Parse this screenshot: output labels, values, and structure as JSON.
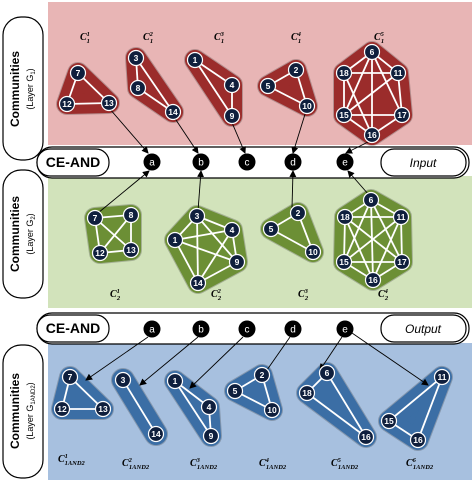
{
  "colors": {
    "red_band": "#e8b5b5",
    "green_band": "#d2e3bb",
    "blue_band": "#a7c0df",
    "red_fill": "#9b2c2b",
    "green_fill": "#6c8f35",
    "blue_fill": "#3b6ea5",
    "node": "#0f1f3d"
  },
  "rows": {
    "layer1": {
      "label": "Communities",
      "sub": "(Layer G",
      "sub_index": "1",
      "sub_close": ")"
    },
    "layer2": {
      "label": "Communities",
      "sub": "(Layer G",
      "sub_index": "2",
      "sub_close": ")"
    },
    "layer3": {
      "label": "Communities",
      "sub": "(Layer G",
      "sub_index": "1AND2",
      "sub_close": ")"
    }
  },
  "bars": {
    "top": {
      "title": "CE-AND",
      "pill": "Input",
      "letters": [
        "a",
        "b",
        "c",
        "d",
        "e"
      ]
    },
    "bottom": {
      "title": "CE-AND",
      "pill": "Output",
      "letters": [
        "a",
        "b",
        "c",
        "d",
        "e"
      ]
    }
  },
  "captions": {
    "layer1": [
      {
        "base": "C",
        "sub": "1",
        "sup": "1"
      },
      {
        "base": "C",
        "sub": "1",
        "sup": "2"
      },
      {
        "base": "C",
        "sub": "1",
        "sup": "3"
      },
      {
        "base": "C",
        "sub": "1",
        "sup": "4"
      },
      {
        "base": "C",
        "sub": "1",
        "sup": "5"
      }
    ],
    "layer2": [
      {
        "base": "C",
        "sub": "2",
        "sup": "1"
      },
      {
        "base": "C",
        "sub": "2",
        "sup": "2"
      },
      {
        "base": "C",
        "sub": "2",
        "sup": "3"
      },
      {
        "base": "C",
        "sub": "2",
        "sup": "4"
      }
    ],
    "layer3": [
      {
        "base": "C",
        "sub": "1AND2",
        "sup": "1"
      },
      {
        "base": "C",
        "sub": "1AND2",
        "sup": "2"
      },
      {
        "base": "C",
        "sub": "1AND2",
        "sup": "3"
      },
      {
        "base": "C",
        "sub": "1AND2",
        "sup": "4"
      },
      {
        "base": "C",
        "sub": "1AND2",
        "sup": "5"
      },
      {
        "base": "C",
        "sub": "1AND2",
        "sup": "6"
      }
    ]
  },
  "communities": {
    "layer1": [
      {
        "nodes": [
          "7",
          "12",
          "13"
        ],
        "edges": [
          [
            "7",
            "12"
          ],
          [
            "7",
            "13"
          ],
          [
            "12",
            "13"
          ]
        ]
      },
      {
        "nodes": [
          "3",
          "8",
          "14"
        ],
        "edges": [
          [
            "3",
            "8"
          ],
          [
            "8",
            "14"
          ],
          [
            "3",
            "14"
          ]
        ]
      },
      {
        "nodes": [
          "1",
          "4",
          "9"
        ],
        "edges": [
          [
            "1",
            "4"
          ],
          [
            "4",
            "9"
          ],
          [
            "1",
            "9"
          ]
        ]
      },
      {
        "nodes": [
          "2",
          "5",
          "10"
        ],
        "edges": [
          [
            "2",
            "5"
          ],
          [
            "5",
            "10"
          ],
          [
            "2",
            "10"
          ]
        ]
      },
      {
        "nodes": [
          "6",
          "11",
          "17",
          "16",
          "15",
          "18"
        ],
        "edges": [
          [
            "6",
            "11"
          ],
          [
            "11",
            "17"
          ],
          [
            "17",
            "16"
          ],
          [
            "16",
            "15"
          ],
          [
            "15",
            "18"
          ],
          [
            "18",
            "6"
          ],
          [
            "6",
            "17"
          ],
          [
            "6",
            "16"
          ],
          [
            "6",
            "15"
          ],
          [
            "18",
            "11"
          ],
          [
            "18",
            "16"
          ],
          [
            "15",
            "11"
          ],
          [
            "15",
            "17"
          ]
        ]
      }
    ],
    "layer2": [
      {
        "nodes": [
          "7",
          "8",
          "13",
          "12"
        ],
        "edges": [
          [
            "7",
            "8"
          ],
          [
            "8",
            "13"
          ],
          [
            "13",
            "12"
          ],
          [
            "12",
            "7"
          ],
          [
            "7",
            "13"
          ],
          [
            "8",
            "12"
          ]
        ]
      },
      {
        "nodes": [
          "3",
          "4",
          "9",
          "14",
          "1"
        ],
        "edges": [
          [
            "3",
            "4"
          ],
          [
            "4",
            "9"
          ],
          [
            "9",
            "14"
          ],
          [
            "14",
            "1"
          ],
          [
            "1",
            "3"
          ],
          [
            "3",
            "9"
          ],
          [
            "3",
            "14"
          ],
          [
            "1",
            "4"
          ],
          [
            "1",
            "9"
          ],
          [
            "4",
            "14"
          ]
        ]
      },
      {
        "nodes": [
          "2",
          "5",
          "10"
        ],
        "edges": [
          [
            "2",
            "5"
          ],
          [
            "5",
            "10"
          ],
          [
            "2",
            "10"
          ]
        ]
      },
      {
        "nodes": [
          "6",
          "11",
          "17",
          "16",
          "15",
          "18"
        ],
        "edges": [
          [
            "6",
            "11"
          ],
          [
            "11",
            "17"
          ],
          [
            "17",
            "16"
          ],
          [
            "16",
            "15"
          ],
          [
            "15",
            "18"
          ],
          [
            "18",
            "6"
          ],
          [
            "6",
            "17"
          ],
          [
            "6",
            "16"
          ],
          [
            "6",
            "15"
          ],
          [
            "18",
            "11"
          ],
          [
            "18",
            "16"
          ],
          [
            "18",
            "17"
          ],
          [
            "15",
            "11"
          ],
          [
            "15",
            "17"
          ],
          [
            "11",
            "16"
          ]
        ]
      }
    ],
    "layer3": [
      {
        "nodes": [
          "7",
          "12",
          "13"
        ],
        "edges": [
          [
            "7",
            "12"
          ],
          [
            "7",
            "13"
          ],
          [
            "12",
            "13"
          ]
        ]
      },
      {
        "nodes": [
          "3",
          "14"
        ],
        "edges": [
          [
            "3",
            "14"
          ]
        ]
      },
      {
        "nodes": [
          "1",
          "4",
          "9"
        ],
        "edges": [
          [
            "1",
            "4"
          ],
          [
            "4",
            "9"
          ],
          [
            "1",
            "9"
          ]
        ]
      },
      {
        "nodes": [
          "2",
          "5",
          "10"
        ],
        "edges": [
          [
            "2",
            "5"
          ],
          [
            "5",
            "10"
          ],
          [
            "2",
            "10"
          ]
        ]
      },
      {
        "nodes": [
          "6",
          "18",
          "16"
        ],
        "edges": [
          [
            "6",
            "18"
          ],
          [
            "18",
            "16"
          ],
          [
            "6",
            "16"
          ]
        ]
      },
      {
        "nodes": [
          "11",
          "15",
          "16"
        ],
        "edges": [
          [
            "11",
            "15"
          ],
          [
            "15",
            "16"
          ],
          [
            "11",
            "16"
          ]
        ]
      }
    ]
  }
}
